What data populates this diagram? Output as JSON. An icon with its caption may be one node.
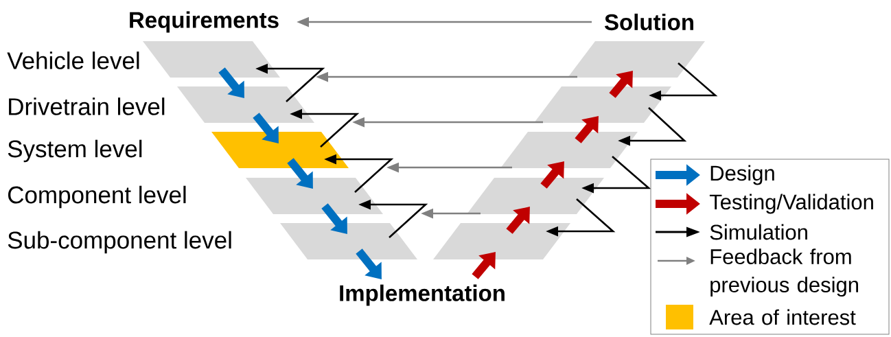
{
  "diagram": {
    "nodes": [
      {
        "text": [
          "Requirements"
        ]
      },
      {
        "text": [
          "Solution"
        ]
      },
      {
        "text": [
          "Implementation"
        ]
      },
      {
        "text": [],
        "shape": "parallelogram"
      },
      {
        "text": [],
        "shape": "parallelogram"
      },
      {
        "text": [],
        "shape": "parallelogram"
      },
      {
        "text": [],
        "shape": "parallelogram"
      },
      {
        "text": [],
        "shape": "parallelogram"
      },
      {
        "text": [],
        "shape": "parallelogram"
      },
      {
        "text": [],
        "shape": "parallelogram"
      },
      {
        "text": [],
        "shape": "parallelogram"
      },
      {
        "text": [],
        "shape": "parallelogram"
      },
      {
        "text": [],
        "shape": "parallelogram"
      }
    ],
    "edges": [
      {
        "from": 1,
        "to": 0,
        "arrow": "to",
        "color": "#808080"
      },
      {
        "from": 8,
        "to": null,
        "arrow": "to",
        "color": "#808080"
      },
      {
        "from": 9,
        "to": null,
        "arrow": "to",
        "color": "#808080"
      },
      {
        "from": 10,
        "to": null,
        "arrow": "to",
        "color": "#808080"
      },
      {
        "from": 11,
        "to": null,
        "arrow": "to",
        "color": "#808080"
      },
      {
        "from": 3,
        "to": 4,
        "arrow": "to",
        "style": "thick",
        "color": "#0070c0"
      },
      {
        "from": 4,
        "to": 5,
        "arrow": "to",
        "style": "thick",
        "color": "#0070c0"
      },
      {
        "from": 5,
        "to": 6,
        "arrow": "to",
        "style": "thick",
        "color": "#0070c0"
      },
      {
        "from": 6,
        "to": 7,
        "arrow": "to",
        "style": "thick",
        "color": "#0070c0"
      },
      {
        "from": 7,
        "to": 2,
        "arrow": "to",
        "style": "thick",
        "color": "#0070c0"
      },
      {
        "from": 2,
        "to": 12,
        "arrow": "to",
        "style": "thick",
        "color": "#c00000"
      },
      {
        "from": 12,
        "to": 11,
        "arrow": "to",
        "style": "thick",
        "color": "#c00000"
      },
      {
        "from": 11,
        "to": 10,
        "arrow": "to",
        "style": "thick",
        "color": "#c00000"
      },
      {
        "from": 10,
        "to": 9,
        "arrow": "to",
        "style": "thick",
        "color": "#c00000"
      },
      {
        "from": 9,
        "to": 8,
        "arrow": "to",
        "style": "thick",
        "color": "#c00000"
      },
      {
        "from": 4,
        "to": 3,
        "arrow": "to"
      },
      {
        "from": 5,
        "to": 4,
        "arrow": "to"
      },
      {
        "from": 6,
        "to": 5,
        "arrow": "to"
      },
      {
        "from": 7,
        "to": 6,
        "arrow": "to"
      },
      {
        "from": 8,
        "to": 9,
        "arrow": "to"
      },
      {
        "from": 9,
        "to": 10,
        "arrow": "to"
      },
      {
        "from": 10,
        "to": 11,
        "arrow": "to"
      },
      {
        "from": 11,
        "to": 12,
        "arrow": "to"
      }
    ],
    "labels": [
      "Vehicle level",
      "Drivetrain level",
      "System level",
      "Component level",
      "Sub-component level"
    ],
    "legend": [
      {
        "text": "Design"
      },
      {
        "text": "Testing/Validation"
      },
      {
        "text": "Simulation"
      },
      {
        "text": "Feedback from previous design"
      },
      {
        "text": "Area of interest",
        "color": "#ffc000"
      }
    ]
  }
}
